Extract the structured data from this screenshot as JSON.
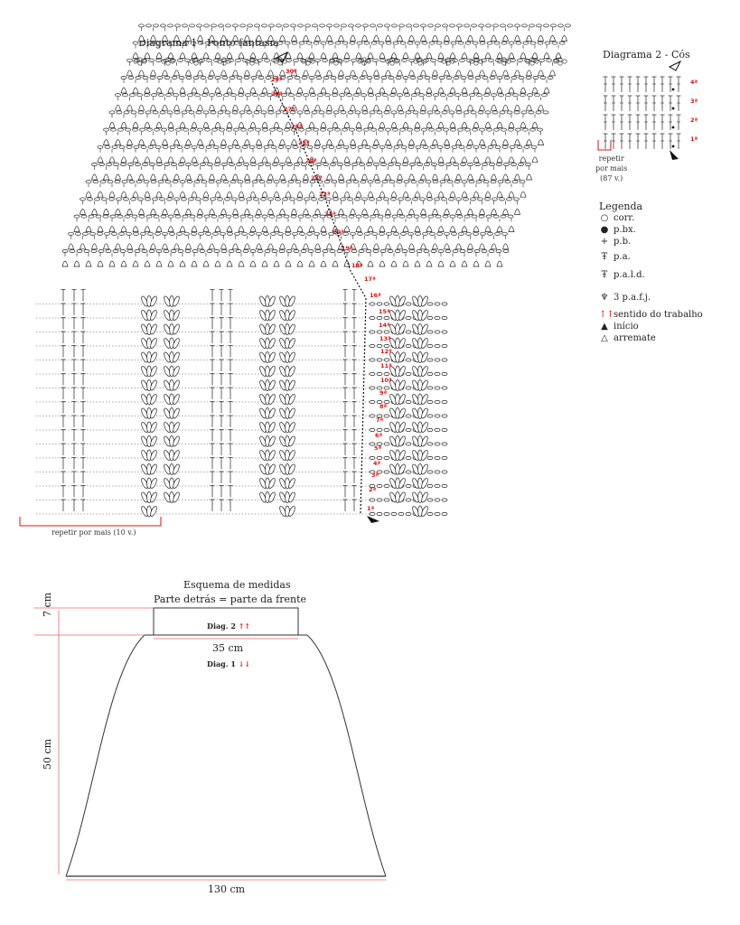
{
  "diagram1": {
    "title": "Diagrama 1 - Ponto fantasia",
    "repeat_note": "repetir por mais (10 v.)",
    "row_labels": [
      "1ª",
      "2ª",
      "3ª",
      "4ª",
      "5ª",
      "6ª",
      "7ª",
      "8ª",
      "9ª",
      "10ª",
      "11ª",
      "12ª",
      "13ª",
      "14ª",
      "15ª",
      "16ª",
      "17ª",
      "18ª",
      "19ª",
      "20ª",
      "21ª",
      "22ª",
      "23ª",
      "24ª",
      "25ª",
      "26ª",
      "27ª",
      "28ª",
      "29ª",
      "30ª"
    ]
  },
  "diagram2": {
    "title": "Diagrama 2 - Cós",
    "repeat_note_lines": [
      "repetir",
      "por mais",
      "(87 v.)"
    ],
    "row_labels": [
      "1ª",
      "2ª",
      "3ª",
      "4ª"
    ]
  },
  "legend": {
    "title": "Legenda",
    "items": [
      {
        "symbol": "○",
        "label": "corr.",
        "icon": "chain-icon"
      },
      {
        "symbol": "●",
        "label": "p.bx.",
        "icon": "slip-stitch-icon"
      },
      {
        "symbol": "+",
        "label": "p.b.",
        "icon": "single-crochet-icon"
      },
      {
        "symbol": "Ŧ",
        "label": "p.a.",
        "icon": "double-crochet-icon"
      },
      {
        "symbol": "Ŧ",
        "label": "p.a.l.d.",
        "icon": "back-loop-dc-icon"
      },
      {
        "symbol": "♆",
        "label": "3 p.a.f.j.",
        "icon": "cluster-icon"
      },
      {
        "symbol": "↑↑",
        "label": "sentido do trabalho",
        "icon": "direction-icon",
        "color": "#dd1111"
      },
      {
        "symbol": "▲",
        "label": "início",
        "icon": "start-icon"
      },
      {
        "symbol": "△",
        "label": "arremate",
        "icon": "finish-icon"
      }
    ]
  },
  "schema": {
    "title": "Esquema de medidas",
    "subtitle": "Parte detrás = parte da frente",
    "diag2_label": "Diag. 2",
    "diag1_label": "Diag. 1",
    "arrows_up": "↑↑",
    "arrows_down": "↓↓",
    "waistband_height": "7 cm",
    "waist_width": "35 cm",
    "length": "50 cm",
    "hem_width": "130 cm"
  }
}
